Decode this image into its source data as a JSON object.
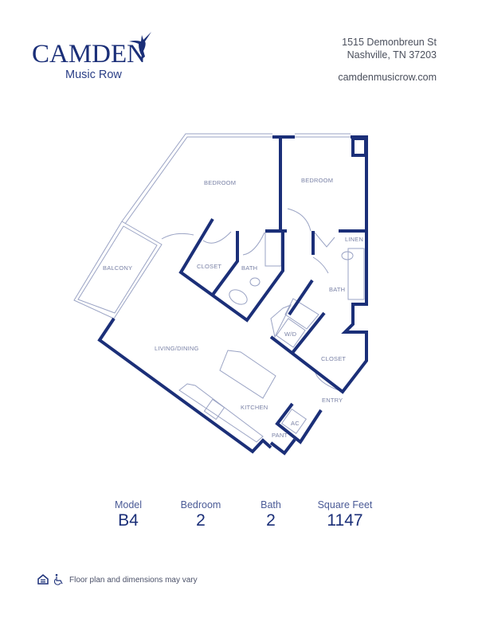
{
  "header": {
    "logo_text": "CAMDEN",
    "logo_subtitle": "Music Row",
    "address_line1": "1515 Demonbreun St",
    "address_line2": "Nashville, TN 37203",
    "website": "camdenmusicrow.com"
  },
  "floorplan": {
    "wall_color": "#1b2f78",
    "rooms": {
      "bedroom1": "BEDROOM",
      "bedroom2": "BEDROOM",
      "balcony": "BALCONY",
      "closet1": "CLOSET",
      "bath1": "BATH",
      "linen": "LINEN",
      "bath2": "BATH",
      "wd": "W/D",
      "living": "LIVING/DINING",
      "closet2": "CLOSET",
      "kitchen": "KITCHEN",
      "entry": "ENTRY",
      "pantry": "PANT",
      "ac": "AC"
    }
  },
  "stats": [
    {
      "label": "Model",
      "value": "B4"
    },
    {
      "label": "Bedroom",
      "value": "2"
    },
    {
      "label": "Bath",
      "value": "2"
    },
    {
      "label": "Square Feet",
      "value": "1147"
    }
  ],
  "footer": {
    "icons": [
      "equal-housing-icon",
      "wheelchair-icon"
    ],
    "disclaimer": "Floor plan and dimensions may vary"
  }
}
